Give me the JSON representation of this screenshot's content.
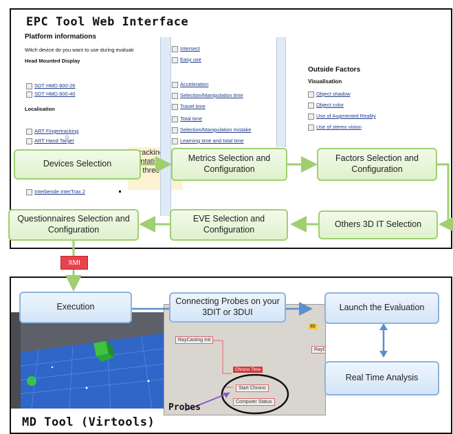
{
  "top_panel": {
    "title": "EPC Tool Web Interface",
    "screenshot": {
      "platform_heading": "Platform informations",
      "question": "Witch device do you want to use during evaluati",
      "hmd_heading": "Head Mounted Display",
      "hmd_items": [
        "SDT HMD 800-26",
        "SDT HMD 800-40"
      ],
      "localisation_heading": "Localisation",
      "localisation_items": [
        "ART Fingertracking",
        "ART Hand Target"
      ],
      "bottom_item": "Interbende InterTrax 2",
      "overlay_lines": [
        "ar-tracking",
        "orientati",
        "n of three"
      ],
      "metrics_items": [
        "Intersect",
        "Easy use",
        "Acceleration",
        "Selection/Manipulation time",
        "Travel time",
        "Total time",
        "Selection/Manipulation mistake",
        "Learning time and total time"
      ],
      "outside_heading": "Outside Factors",
      "visualisation_heading": "Visualisation",
      "visualisation_items": [
        "Object shadow",
        "Object color",
        "Use of Augmented Reality",
        "Use of stereo vision"
      ]
    },
    "nodes": {
      "devices": "Devices Selection",
      "metrics": "Metrics Selection and Configuration",
      "factors": "Factors Selection and Configuration",
      "others": "Others 3D IT Selection",
      "eve": "EVE Selection and Configuration",
      "questionnaires": "Questionnaires Selection and Configuration"
    }
  },
  "xmi_label": "XMI",
  "bottom_panel": {
    "title": "MD Tool (Virtools)",
    "nodes": {
      "execution": "Execution",
      "probes": "Connecting Probes on your 3DIT or 3DUI",
      "launch": "Launch the Evaluation",
      "realtime": "Real Time Analysis"
    },
    "probe_shot": {
      "raycasting": "RayCasting Init",
      "raycasting2": "RayC",
      "start_chrono": "Start Chrono",
      "computer_status": "Computer Status",
      "label_3d": "3D",
      "probes_label": "Probes"
    }
  },
  "colors": {
    "green_border": "#9fcf6f",
    "blue_border": "#8db3dc",
    "arrow_green": "#9fcf6f",
    "arrow_blue": "#5b8fd0",
    "xmi": "#e8434d"
  }
}
